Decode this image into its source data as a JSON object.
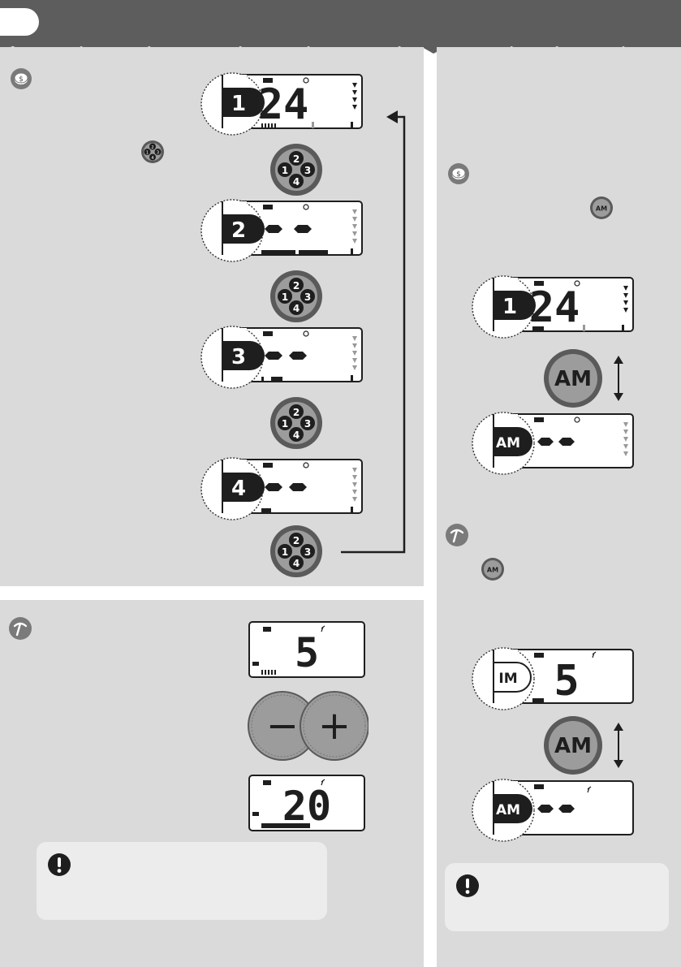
{
  "header": {
    "page_number": ""
  },
  "icons": {
    "coin_icon": "coin-icon",
    "pick_icon": "pick-icon",
    "mode_button": "mode-select-button",
    "am_button": "am-button",
    "minus": "minus-button",
    "plus": "plus-button",
    "warning": "warning-icon"
  },
  "top_left": {
    "screens": [
      {
        "mode_number": "1",
        "value": "24"
      },
      {
        "mode_number": "2",
        "value": ""
      },
      {
        "mode_number": "3",
        "value": ""
      },
      {
        "mode_number": "4",
        "value": ""
      }
    ],
    "mode_button_digits": [
      "1",
      "2",
      "3",
      "4"
    ]
  },
  "bottom_left": {
    "screens": [
      {
        "value": "5"
      },
      {
        "value": "20"
      }
    ],
    "minus_label": "−",
    "plus_label": "+"
  },
  "right": {
    "top_screens": [
      {
        "tab": "1",
        "value": "24"
      },
      {
        "tab": "AM",
        "value": ""
      }
    ],
    "bottom_screens": [
      {
        "tab": "IM",
        "value": "5"
      },
      {
        "tab": "AM",
        "value": ""
      }
    ],
    "am_label": "AM"
  },
  "colors": {
    "header": "#5d5d5d",
    "panel": "#dadada",
    "button_outer": "#5a5a5a",
    "button_inner": "#9c9c9c",
    "tab_dark": "#1e1e1e"
  }
}
